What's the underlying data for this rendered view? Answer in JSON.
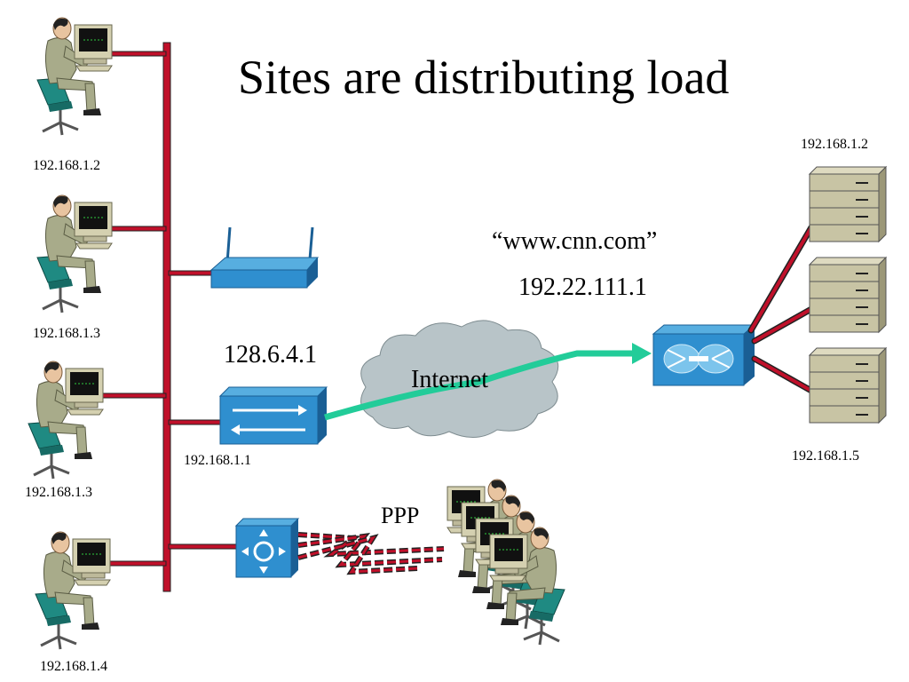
{
  "slide": {
    "title": "Sites are distributing load",
    "colors": {
      "lan": "#c0102a",
      "device_blue": "#2f8fcf",
      "device_blue_dark": "#1a5f95",
      "link_green": "#22cc99",
      "cloud": "#b8c4c8",
      "server": "#c8c4a4",
      "person_suit": "#a8ab8a",
      "chair": "#1f8a82"
    },
    "workstations": [
      {
        "label": "192.168.1.2",
        "icon": "person-at-computer-icon"
      },
      {
        "label": "192.168.1.3",
        "icon": "person-at-computer-icon"
      },
      {
        "label": "192.168.1.3",
        "icon": "person-at-computer-icon"
      },
      {
        "label": "192.168.1.4",
        "icon": "person-at-computer-icon"
      }
    ],
    "access_point": {
      "icon": "wireless-access-point-icon"
    },
    "gateway_router": {
      "ip_public": "128.6.4.1",
      "ip_private": "192.168.1.1",
      "icon": "router-icon"
    },
    "dialup": {
      "label": "PPP",
      "icon": "access-server-icon",
      "users_icon": "remote-users-icon"
    },
    "internet": {
      "label": "Internet",
      "icon": "cloud-icon"
    },
    "load_balancer": {
      "hostname": "“www.cnn.com”",
      "ip": "192.22.111.1",
      "icon": "content-switch-icon"
    },
    "servers": [
      {
        "label": "192.168.1.2",
        "icon": "server-icon"
      },
      {
        "label": "",
        "icon": "server-icon"
      },
      {
        "label": "192.168.1.5",
        "icon": "server-icon"
      }
    ]
  }
}
